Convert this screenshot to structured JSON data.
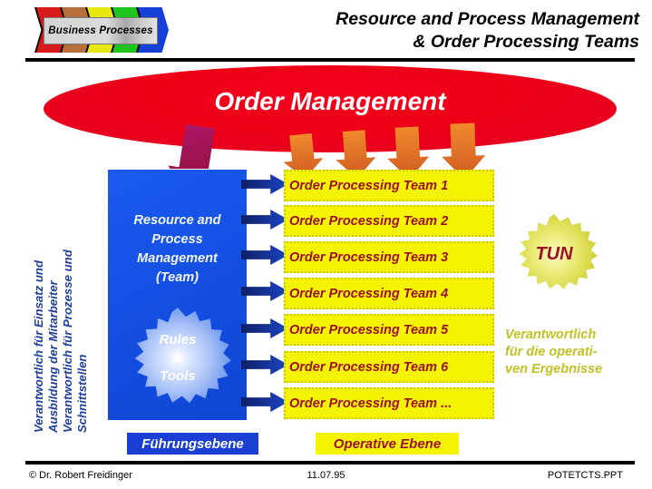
{
  "header": {
    "logo_label": "Business Processes",
    "title_line1": "Resource and Process Management",
    "title_line2": "& Order Processing Teams"
  },
  "banner": {
    "label": "Order Management"
  },
  "left_vertical_text": {
    "lines": [
      "Verantwortlich für Einsatz und",
      "Ausbildung der Mitarbeiter",
      "Verantwortlich für Prozesse und",
      "Schnittstellen"
    ]
  },
  "blue_box": {
    "title_lines": [
      "Resource and",
      "Process",
      "Management",
      "(Team)"
    ],
    "starburst_lines": [
      "Rules",
      "&",
      "Tools"
    ]
  },
  "teams": [
    "Order Processing Team 1",
    "Order Processing Team 2",
    "Order Processing Team 3",
    "Order Processing Team 4",
    "Order Processing Team 5",
    "Order Processing Team 6",
    "Order Processing Team ..."
  ],
  "right_panel": {
    "starburst_label": "TUN",
    "note_lines": [
      "Verantwortlich",
      "für die operati-",
      "ven Ergebnisse"
    ]
  },
  "level_labels": {
    "management": "Führungsebene",
    "operative": "Operative Ebene"
  },
  "footer": {
    "copyright": "© Dr. Robert Freidinger",
    "date": "11.07.95",
    "file": "POTETCTS.PPT"
  },
  "colors": {
    "banner_red": "#ee0017",
    "team_yellow": "#f4f400",
    "team_text_red": "#9c1024",
    "blue_box": "#1450e3",
    "navy_arrow": "#14308f",
    "orange_arrow": "#e4762a",
    "purple_arrow": "#9e1450",
    "olive_text": "#c2c226",
    "vertical_text_blue": "#20409a"
  }
}
